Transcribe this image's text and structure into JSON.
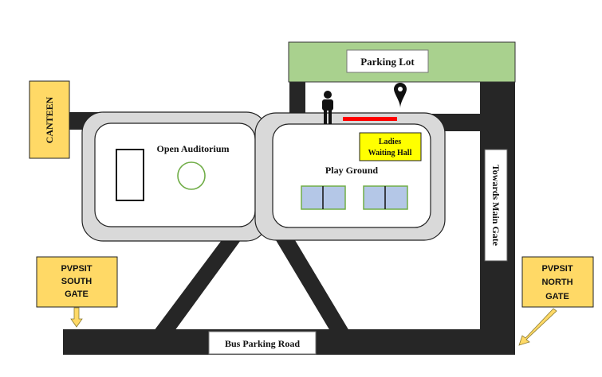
{
  "map": {
    "labels": {
      "parking_lot": "Parking Lot",
      "canteen": "CANTEEN",
      "open_auditorium": "Open Auditorium",
      "ladies_waiting_hall_line1": "Ladies",
      "ladies_waiting_hall_line2": "Waiting Hall",
      "play_ground": "Play Ground",
      "towards_main_gate": "Towards Main Gate",
      "south_gate_line1": "PVPSIT",
      "south_gate_line2": "SOUTH",
      "south_gate_line3": "GATE",
      "north_gate_line1": "PVPSIT",
      "north_gate_line2": "NORTH",
      "north_gate_line3": "GATE",
      "bus_parking_road": "Bus Parking Road"
    },
    "icons": {
      "person": "person-icon",
      "location_pin": "location-pin-icon"
    },
    "colors": {
      "road": "#262626",
      "plaza_fill": "#d9d9d9",
      "plaza_inner": "#ffffff",
      "parking_lot": "#a9d18e",
      "canteen": "#ffd966",
      "gate_label": "#ffd966",
      "ladies_hall": "#ffff00",
      "court_fill": "#b4c7e7",
      "court_stroke": "#70ad47",
      "circle_stroke": "#70ad47",
      "marker_line": "#ff0000"
    }
  }
}
